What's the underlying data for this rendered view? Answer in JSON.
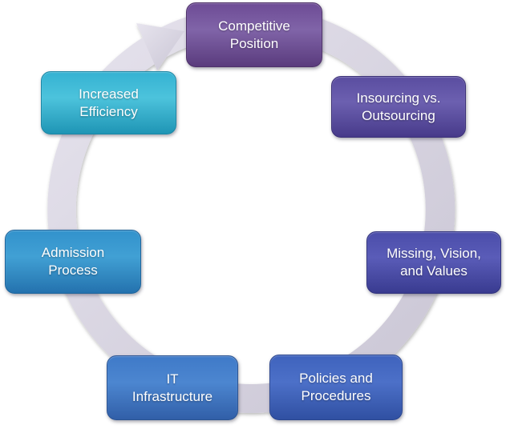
{
  "diagram": {
    "name": "Cycle Diagram",
    "type": "cycle",
    "flow_direction": "clockwise",
    "background_color": "#ffffff",
    "text_color": "#ffffff",
    "ring": {
      "color_light": "#e7e4ee",
      "color_dark": "#c9c5d4",
      "edge_color": "#bdb9ca"
    },
    "nodes": [
      {
        "label": "Competitive Position",
        "line1": "Competitive",
        "line2": "Position",
        "color_top": "#6d4b95",
        "color_mid": "#8064a8",
        "color_bottom": "#5a3b7d",
        "border_color": "#4e3169"
      },
      {
        "label": "Insourcing vs. Outsourcing",
        "line1": "Insourcing vs.",
        "line2": "Outsourcing",
        "color_top": "#5a4da0",
        "color_mid": "#6c60b0",
        "color_bottom": "#473a8a",
        "border_color": "#3c3178"
      },
      {
        "label": "Missing, Vision, and Values",
        "line1": "Missing, Vision,",
        "line2": "and Values",
        "color_top": "#4b4daa",
        "color_mid": "#5a5cb8",
        "color_bottom": "#393b90",
        "border_color": "#31337d"
      },
      {
        "label": "Policies and Procedures",
        "line1": "Policies and",
        "line2": "Procedures",
        "color_top": "#3f63bd",
        "color_mid": "#4c70c8",
        "color_bottom": "#3050a2",
        "border_color": "#2a4690"
      },
      {
        "label": "IT Infrastructure",
        "line1": "IT",
        "line2": "Infrastructure",
        "color_top": "#3f7ac8",
        "color_mid": "#4c86d0",
        "color_bottom": "#315fa8",
        "border_color": "#2b5493"
      },
      {
        "label": "Admission Process",
        "line1": "Admission",
        "line2": "Process",
        "color_top": "#3292cc",
        "color_mid": "#41a0d4",
        "color_bottom": "#2472ae",
        "border_color": "#1f659c"
      },
      {
        "label": "Increased Efficiency",
        "line1": "Increased",
        "line2": "Efficiency",
        "color_top": "#35b2d2",
        "color_mid": "#4cc3dc",
        "color_bottom": "#1f95b5",
        "border_color": "#1b86a4"
      }
    ]
  }
}
